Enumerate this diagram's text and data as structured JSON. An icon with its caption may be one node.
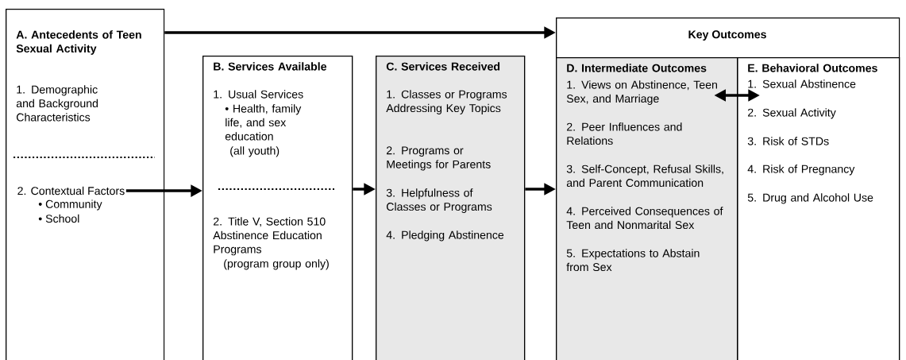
{
  "diagram": {
    "nodes": [
      {
        "text": [
          "A. Antecedents of Teen Sexual Activity",
          "1. Demographic and Background Characteristics"
        ]
      },
      {
        "text": [
          "2. Contextual Factors"
        ],
        "beside": [
          "• Community",
          "• School"
        ],
        "in": 0
      },
      {
        "text": [
          "B. Services Available",
          "1. Usual Services",
          "• Health, family life, and sex education",
          "(all youth)",
          "2. Title V, Section 510 Abstinence Education Programs",
          "(program group only)"
        ]
      },
      {
        "text": [
          "C. Services Received",
          "1. Classes or Programs Addressing Key Topics",
          "2. Programs or Meetings for Parents",
          "3. Helpfulness of Classes or Programs",
          "4. Pledging Abstinence"
        ]
      },
      {
        "text": [
          "Key Outcomes"
        ]
      },
      {
        "text": [
          "D. Intermediate Outcomes",
          "1. Views on Abstinence, Teen Sex, and Marriage",
          "2. Peer Influences and Relations",
          "3. Self-Concept, Refusal Skills, and Parent Communication",
          "4. Perceived Consequences of Teen and Nonmarital Sex",
          "5. Expectations to Abstain from Sex"
        ],
        "in": 4
      },
      {
        "text": [
          "E. Behavioral Outcomes",
          "1. Sexual Abstinence",
          "2. Sexual Activity",
          "3. Risk of STDs",
          "4. Risk of Pregnancy",
          "5. Drug and Alcohol Use"
        ],
        "in": 4
      }
    ],
    "edges": [
      {
        "from": 0,
        "to": 4,
        "arrow": "to"
      },
      {
        "from": 1,
        "to": 2,
        "arrow": "to"
      },
      {
        "from": 2,
        "to": 3,
        "arrow": "to"
      },
      {
        "from": 3,
        "to": 5,
        "arrow": "to"
      },
      {
        "from": 5,
        "to": 6,
        "arrow": "both"
      }
    ]
  }
}
